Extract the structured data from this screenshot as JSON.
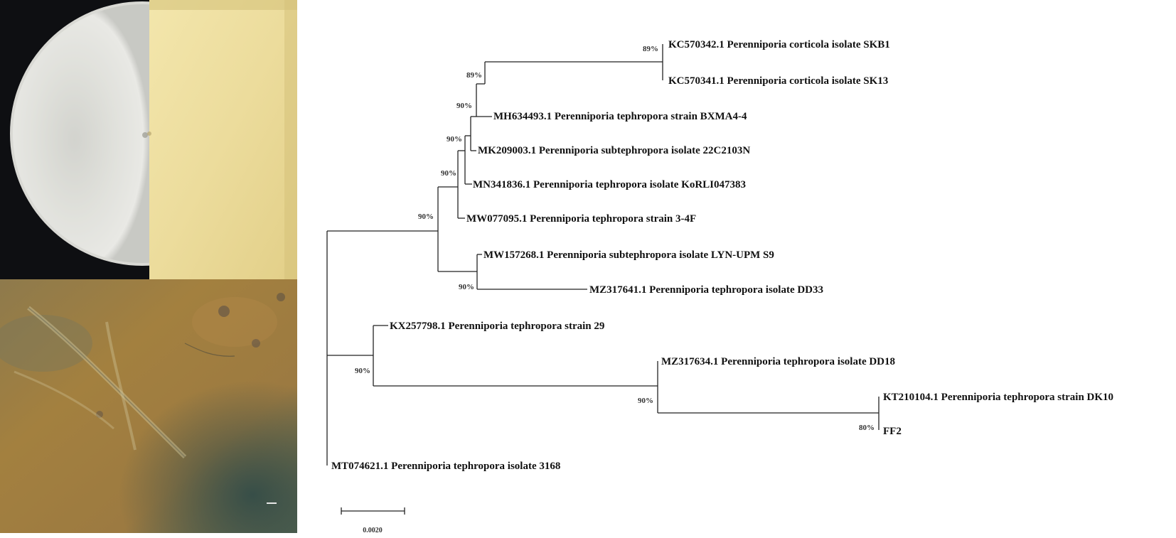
{
  "tree": {
    "taxa": [
      "KC570342.1 Perenniporia corticola isolate SKB1",
      "KC570341.1 Perenniporia corticola isolate SK13",
      "MH634493.1 Perenniporia tephropora strain BXMA4-4",
      "MK209003.1 Perenniporia subtephropora isolate 22C2103N",
      "MN341836.1 Perenniporia tephropora isolate KoRLI047383",
      "MW077095.1 Perenniporia tephropora strain 3-4F",
      "MW157268.1 Perenniporia subtephropora isolate LYN-UPM S9",
      "MZ317641.1 Perenniporia tephropora isolate DD33",
      "KX257798.1 Perenniporia tephropora strain 29",
      "MZ317634.1 Perenniporia tephropora isolate DD18",
      "KT210104.1 Perenniporia tephropora strain DK10",
      "FF2",
      "MT074621.1 Perenniporia tephropora isolate 3168"
    ],
    "supports": [
      "89%",
      "89%",
      "90%",
      "90%",
      "90%",
      "90%",
      "90%",
      "90%",
      "90%",
      "80%"
    ],
    "scale_label": "0.0020"
  },
  "photos": {
    "petri_dish_icon": "petri-dish-photo",
    "micrograph_icon": "hyphae-micrograph-photo",
    "colors": {
      "mycelium": "#e8e9e4",
      "agar_reverse": "#efe0a2",
      "micro_bg": "#9a7740"
    }
  }
}
